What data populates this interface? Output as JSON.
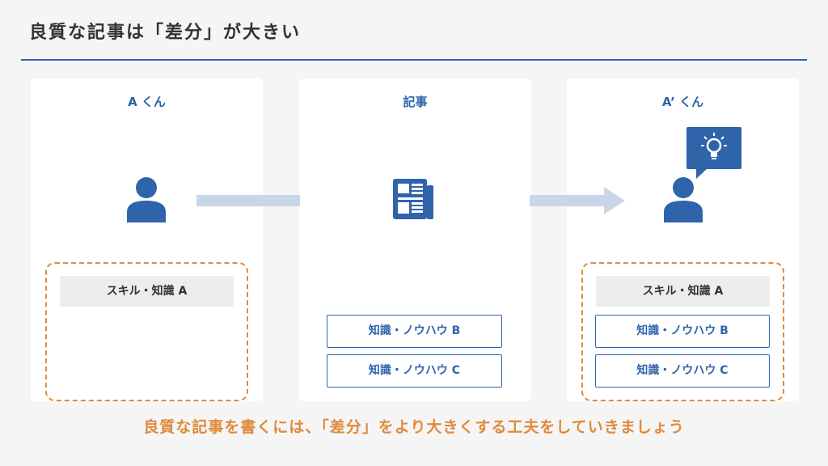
{
  "title": "良質な記事は「差分」が大きい",
  "colors": {
    "accent_blue": "#2f64ab",
    "accent_orange": "#e08a3a",
    "background": "#f5f5f5",
    "panel": "#ffffff"
  },
  "panels": [
    {
      "title": "A くん",
      "icon": "person-icon",
      "skills": [
        "スキル・知識 A"
      ]
    },
    {
      "title": "記事",
      "icon": "newspaper-icon",
      "knowhow": [
        "知識・ノウハウ B",
        "知識・ノウハウ C"
      ]
    },
    {
      "title": "A’ くん",
      "icon": "person-icon",
      "extra_icon": "lightbulb-speech-bubble-icon",
      "skills": [
        "スキル・知識 A",
        "知識・ノウハウ B",
        "知識・ノウハウ C"
      ]
    }
  ],
  "conclusion": "良質な記事を書くには、「差分」をより大きくする工夫をしていきましょう"
}
